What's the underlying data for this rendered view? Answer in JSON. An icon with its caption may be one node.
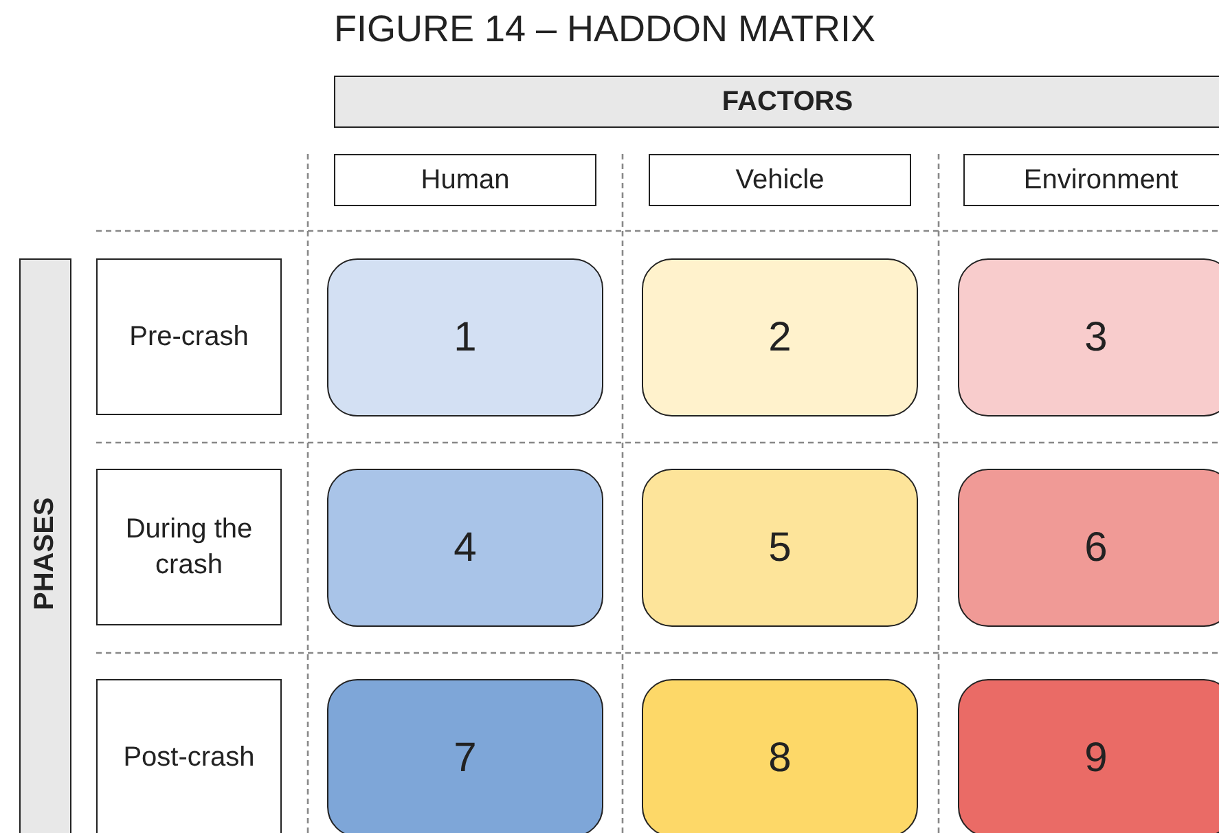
{
  "diagram": {
    "title": "FIGURE 14 – HADDON MATRIX",
    "nodes": [
      {
        "text": [
          "FACTORS"
        ]
      },
      {
        "text": [
          "Human"
        ]
      },
      {
        "text": [
          "Vehicle"
        ]
      },
      {
        "text": [
          "Environment"
        ]
      },
      {
        "text": [
          "PHASES"
        ]
      },
      {
        "text": [
          "Pre-crash"
        ]
      },
      {
        "text": [
          "During the crash"
        ]
      },
      {
        "text": [
          "Post-crash"
        ]
      },
      {
        "text": [
          "1"
        ]
      },
      {
        "text": [
          "2"
        ]
      },
      {
        "text": [
          "3"
        ]
      },
      {
        "text": [
          "4"
        ]
      },
      {
        "text": [
          "5"
        ]
      },
      {
        "text": [
          "6"
        ]
      },
      {
        "text": [
          "7"
        ]
      },
      {
        "text": [
          "8"
        ]
      },
      {
        "text": [
          "9"
        ]
      }
    ],
    "edges": []
  }
}
